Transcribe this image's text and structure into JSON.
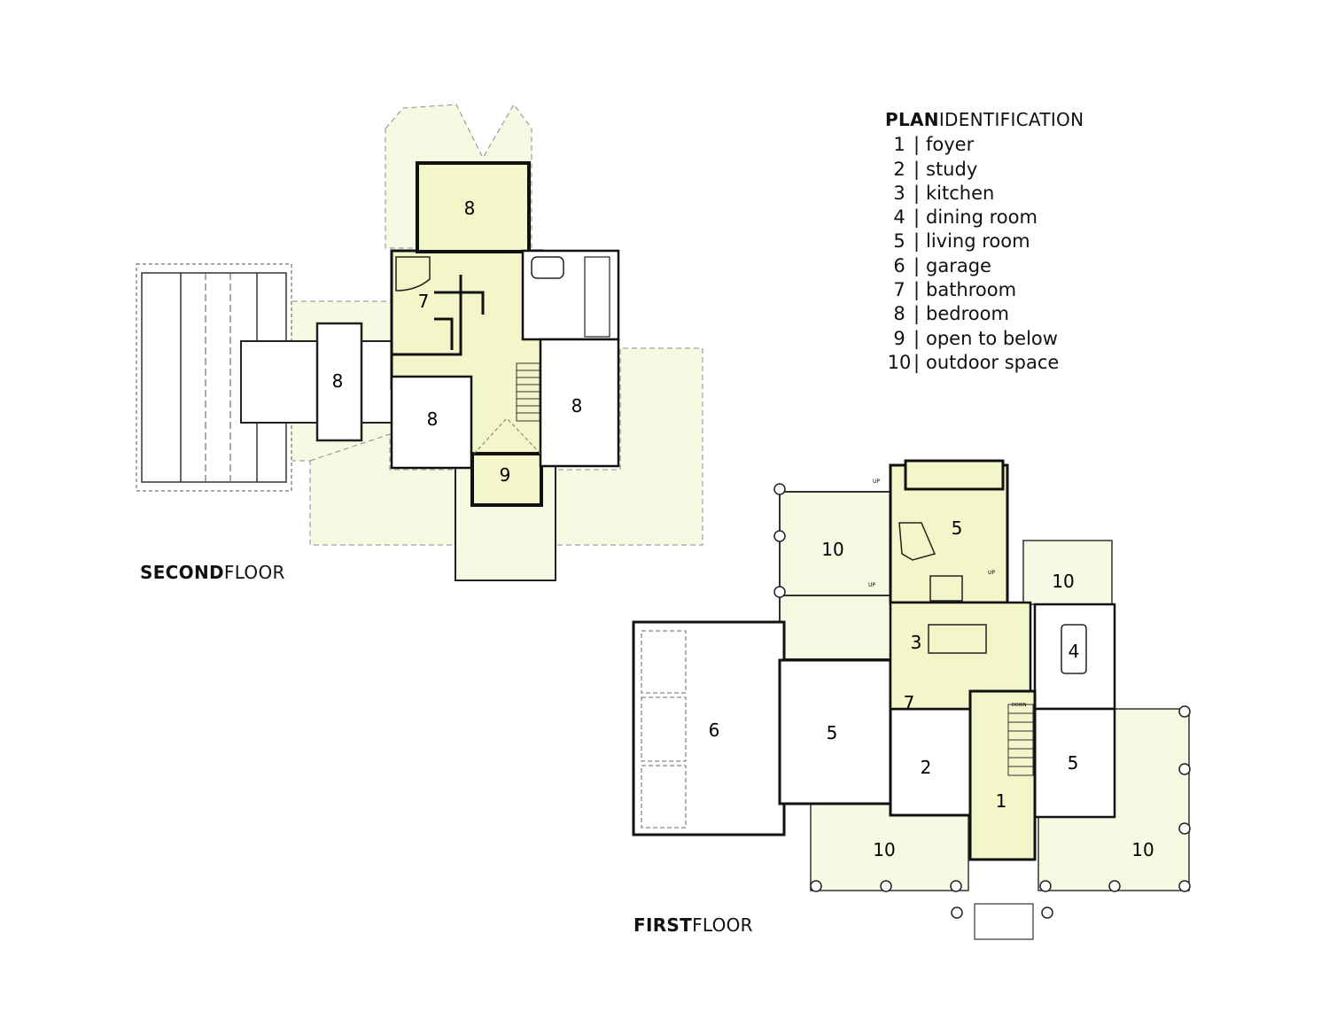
{
  "legend": {
    "title_bold": "PLAN",
    "title_rest": "IDENTIFICATION",
    "items": [
      {
        "number": "1",
        "label": "foyer"
      },
      {
        "number": "2",
        "label": "study"
      },
      {
        "number": "3",
        "label": "kitchen"
      },
      {
        "number": "4",
        "label": "dining room"
      },
      {
        "number": "5",
        "label": "living room"
      },
      {
        "number": "6",
        "label": "garage"
      },
      {
        "number": "7",
        "label": "bathroom"
      },
      {
        "number": "8",
        "label": "bedroom"
      },
      {
        "number": "9",
        "label": "open to below"
      },
      {
        "number": "10",
        "label": "outdoor space"
      }
    ]
  },
  "second_floor": {
    "title_bold": "SECOND",
    "title_rest": "FLOOR",
    "rooms": [
      "8",
      "7",
      "8",
      "8",
      "8",
      "9"
    ]
  },
  "first_floor": {
    "title_bold": "FIRST",
    "title_rest": "FLOOR",
    "rooms": [
      "10",
      "5",
      "10",
      "3",
      "4",
      "6",
      "5",
      "7",
      "2",
      "5",
      "1",
      "10",
      "10"
    ],
    "stair_labels": [
      "UP",
      "UP",
      "UP",
      "DOWN"
    ]
  },
  "colors": {
    "highlight_fill": "#f3f6c8",
    "pale_fill": "#f8f9e3",
    "wall": "#111111"
  }
}
